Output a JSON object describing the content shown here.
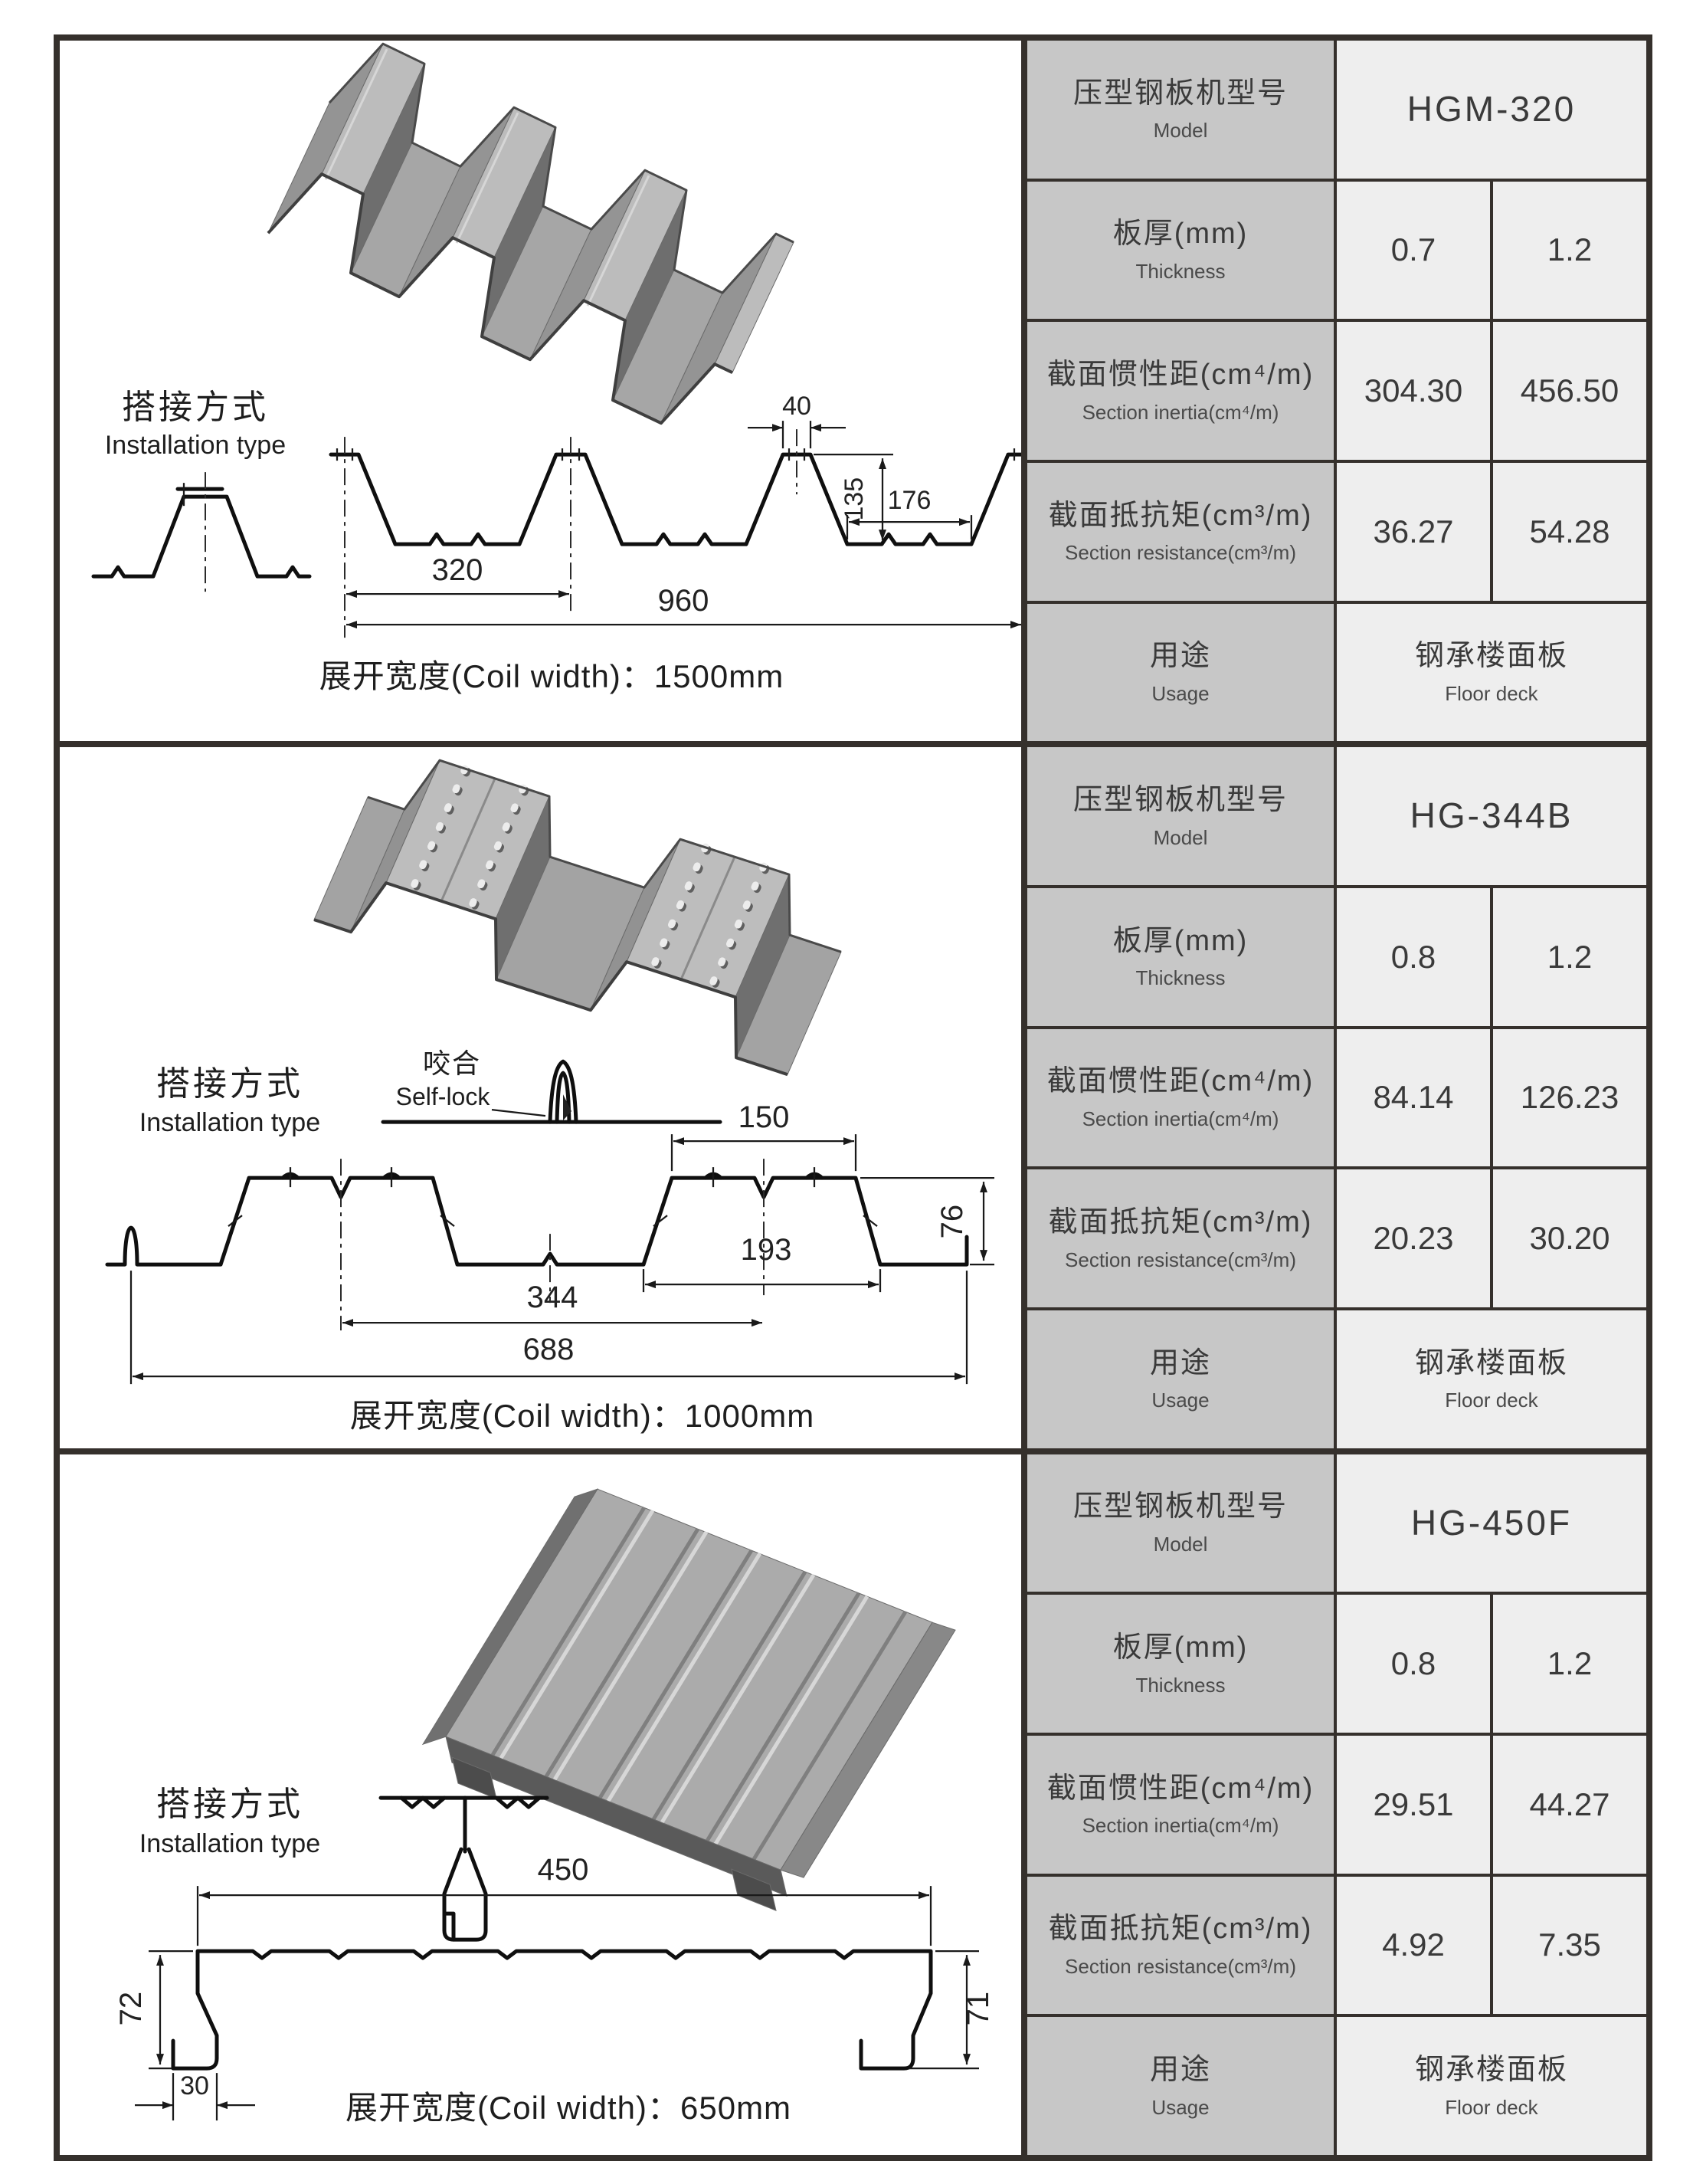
{
  "table_labels": {
    "model_cn": "压型钢板机型号",
    "model_en": "Model",
    "thickness_cn": "板厚(mm)",
    "thickness_en": "Thickness",
    "inertia_cn": "截面惯性距(cm⁴/m)",
    "inertia_en": "Section inertia(cm⁴/m)",
    "resistance_cn": "截面抵抗矩(cm³/m)",
    "resistance_en": "Section resistance(cm³/m)",
    "usage_cn": "用途",
    "usage_en": "Usage"
  },
  "install_label": {
    "cn": "搭接方式",
    "en": "Installation type"
  },
  "sections": [
    {
      "model": "HGM-320",
      "thickness": {
        "t1": "0.7",
        "t2": "1.2"
      },
      "inertia": {
        "v1": "304.30",
        "v2": "456.50"
      },
      "resistance": {
        "v1": "36.27",
        "v2": "54.28"
      },
      "usage": {
        "cn": "钢承楼面板",
        "en": "Floor deck"
      },
      "coil_width": "展开宽度(Coil width)：1500mm",
      "dims": {
        "crown_width": "40",
        "rib_height": "135",
        "valley_width": "176",
        "pitch": "320",
        "overall": "960"
      }
    },
    {
      "model": "HG-344B",
      "thickness": {
        "t1": "0.8",
        "t2": "1.2"
      },
      "inertia": {
        "v1": "84.14",
        "v2": "126.23"
      },
      "resistance": {
        "v1": "20.23",
        "v2": "30.20"
      },
      "usage": {
        "cn": "钢承楼面板",
        "en": "Floor deck"
      },
      "coil_width": "展开宽度(Coil width)：1000mm",
      "selflock": {
        "cn": "咬合",
        "en": "Self-lock"
      },
      "dims": {
        "crown_width": "150",
        "rib_height": "76",
        "valley_width": "193",
        "pitch": "344",
        "overall": "688"
      }
    },
    {
      "model": "HG-450F",
      "thickness": {
        "t1": "0.8",
        "t2": "1.2"
      },
      "inertia": {
        "v1": "29.51",
        "v2": "44.27"
      },
      "resistance": {
        "v1": "4.92",
        "v2": "7.35"
      },
      "usage": {
        "cn": "钢承楼面板",
        "en": "Floor deck"
      },
      "coil_width": "展开宽度(Coil width)：650mm",
      "dims": {
        "top_width": "450",
        "left_height": "72",
        "right_height": "71",
        "foot_width": "30"
      }
    }
  ]
}
